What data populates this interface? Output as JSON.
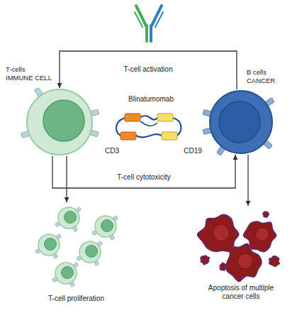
{
  "diagram": {
    "nodes": [
      {
        "text": [
          "T-cells",
          "IMMUNE CELL"
        ]
      },
      {
        "text": [
          "B cells",
          "CANCER"
        ]
      },
      {
        "text": [
          "T-cell proliferation"
        ]
      },
      {
        "text": [
          "Apoptosis of multiple cancer cells"
        ]
      }
    ],
    "edges": [
      {
        "from": 1,
        "to": 0,
        "label": "T-cell activation",
        "arrow": "to"
      },
      {
        "from": 0,
        "to": 1,
        "label": "T-cell cytotoxicity",
        "arrow": "to"
      },
      {
        "from": 0,
        "to": 2,
        "arrow": "to"
      },
      {
        "from": 1,
        "to": 3,
        "arrow": "to"
      }
    ],
    "labels": [
      "Blinatumomab",
      "CD3",
      "CD19"
    ]
  }
}
